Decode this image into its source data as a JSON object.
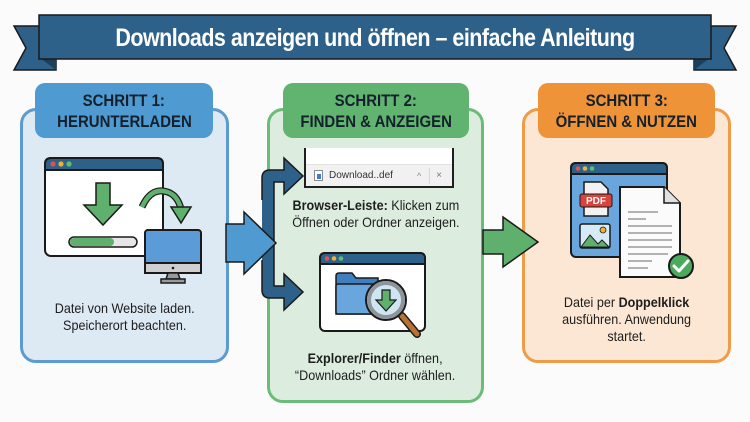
{
  "banner": {
    "title": "Downloads anzeigen und öffnen – einfache Anleitung",
    "color": "#2e6189"
  },
  "steps": [
    {
      "header_line1": "SCHRITT 1:",
      "header_line2": "HERUNTERLADEN",
      "accent": "#4f9ad1",
      "illustration": "browser-download-to-computer",
      "desc_line1": "Datei von Website laden.",
      "desc_line2": "Speicherort beachten."
    },
    {
      "header_line1": "SCHRITT 2:",
      "header_line2": "FINDEN & ANZEIGEN",
      "accent": "#61b46f",
      "download_bar": {
        "file_name": "Download..def",
        "chevron": "^",
        "close": "×"
      },
      "option1_bold": "Browser-Leiste:",
      "option1_rest": " Klicken zum",
      "option1_line2": "Öffnen oder Ordner anzeigen.",
      "option2_bold": "Explorer/Finder",
      "option2_rest": " öffnen,",
      "option2_line2": "“Downloads” Ordner wählen."
    },
    {
      "header_line1": "SCHRITT 3:",
      "header_line2": "ÖFFNEN & NUTZEN",
      "accent": "#ef9339",
      "pdf_label": "PDF",
      "desc_pre": "Datei per ",
      "desc_bold": "Doppelklick",
      "desc_line2": "ausführen. Anwendung",
      "desc_line3": "startet."
    }
  ]
}
